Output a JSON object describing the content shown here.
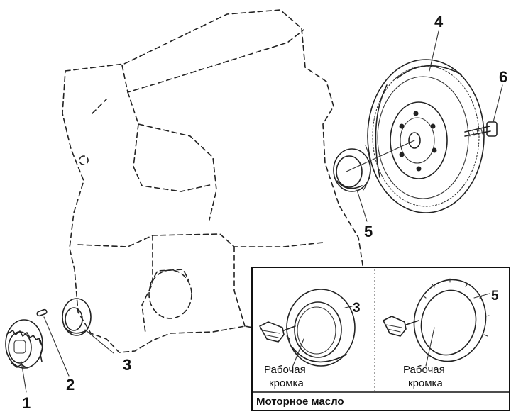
{
  "callouts": {
    "one": "1",
    "two": "2",
    "three": "3",
    "four": "4",
    "five": "5",
    "six": "6"
  },
  "inset": {
    "left_panel": {
      "callout": "3",
      "label_line1": "Рабочая",
      "label_line2": "кромка"
    },
    "right_panel": {
      "callout": "5",
      "label_line1": "Рабочая",
      "label_line2": "кромка"
    },
    "caption": "Моторное масло"
  }
}
